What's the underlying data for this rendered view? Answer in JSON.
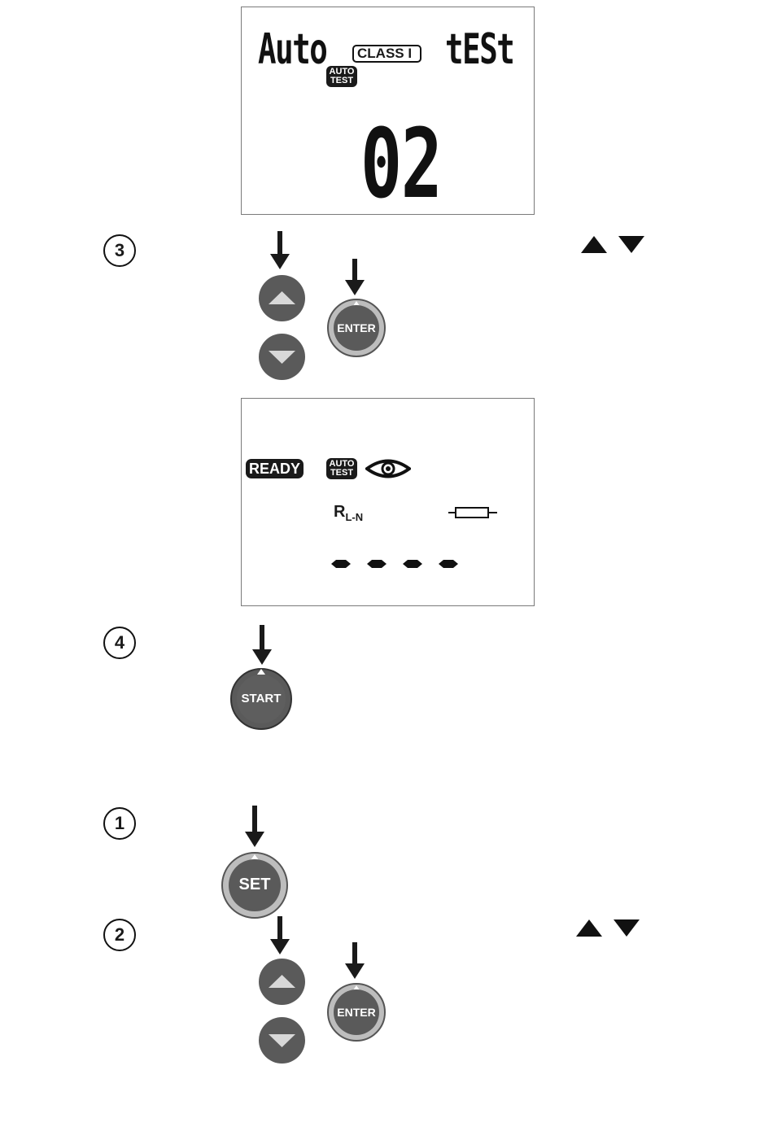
{
  "screen1": {
    "left_text": "Auto",
    "class_label": "CLASS I",
    "right_text": "tESt",
    "auto_badge": {
      "line1": "AUTO",
      "line2": "TEST"
    },
    "value": "02"
  },
  "screen2": {
    "ready_label": "READY",
    "auto_badge": {
      "line1": "AUTO",
      "line2": "TEST"
    },
    "icon_eye": "eye-icon",
    "rln_main": "R",
    "rln_sub": "L-N",
    "icon_fuse": "fuse-icon"
  },
  "steps": {
    "s1": "1",
    "s2": "2",
    "s3": "3",
    "s4": "4"
  },
  "buttons": {
    "enter": "ENTER",
    "start": "START",
    "set": "SET"
  },
  "icons": {
    "arrow": "arrow-down-icon",
    "up": "triangle-up-icon",
    "down": "triangle-down-icon"
  }
}
